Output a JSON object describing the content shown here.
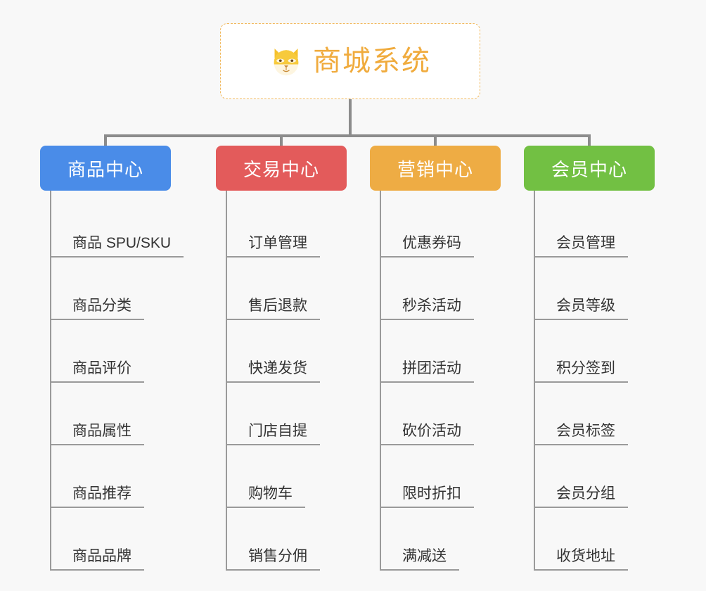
{
  "background_color": "#f8f8f8",
  "root": {
    "title": "商城系统",
    "icon": "shiba-dog-icon",
    "text_color": "#f0ab3d",
    "border_color": "#f1b85c"
  },
  "connector_color": "#8c8c8c",
  "columns": [
    {
      "title": "商品中心",
      "color": "#4a8ce8",
      "items": [
        "商品 SPU/SKU",
        "商品分类",
        "商品评价",
        "商品属性",
        "商品推荐",
        "商品品牌"
      ]
    },
    {
      "title": "交易中心",
      "color": "#e35b5b",
      "items": [
        "订单管理",
        "售后退款",
        "快递发货",
        "门店自提",
        "购物车",
        "销售分佣"
      ]
    },
    {
      "title": "营销中心",
      "color": "#eeac44",
      "items": [
        "优惠券码",
        "秒杀活动",
        "拼团活动",
        "砍价活动",
        "限时折扣",
        "满减送"
      ]
    },
    {
      "title": "会员中心",
      "color": "#72c043",
      "items": [
        "会员管理",
        "会员等级",
        "积分签到",
        "会员标签",
        "会员分组",
        "收货地址"
      ]
    }
  ]
}
